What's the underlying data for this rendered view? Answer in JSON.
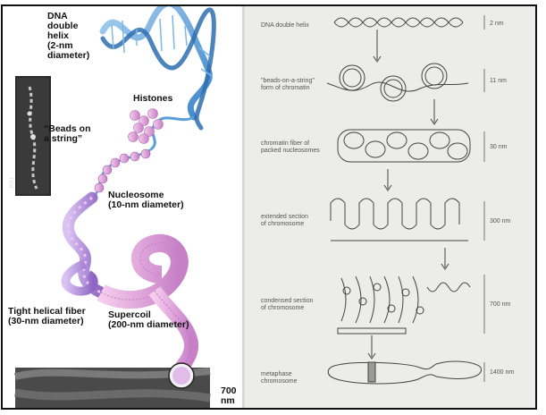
{
  "left_panel": {
    "labels": {
      "dna": "DNA\ndouble\nhelix\n(2-nm\ndiameter)",
      "histones": "Histones",
      "beads": "“Beads on\na string”",
      "nucleosome": "Nucleosome\n(10-nm diameter)",
      "tight": "Tight helical fiber\n(30-nm diameter)",
      "supercoil": "Supercoil\n(200-nm diameter)",
      "scale": "700\nnm",
      "tem": "TEM"
    }
  },
  "right_panel": {
    "stages": [
      {
        "label": "DNA double helix",
        "size": "2 nm"
      },
      {
        "label": "\"beads-on-a-string\"\nform of chromatin",
        "size": "11 nm"
      },
      {
        "label": "chromatin fiber of\npacked nucleosomes",
        "size": "30 nm"
      },
      {
        "label": "extended section\nof chromosome",
        "size": "300 nm"
      },
      {
        "label": "condensed section\nof chromosome",
        "size": "700 nm"
      },
      {
        "label": "metaphase\nchromosome",
        "size": "1400 nm"
      }
    ]
  },
  "colors": {
    "dna_blue": "#5b9fd6",
    "histone_pink": "#e6a8dd",
    "fiber_purple": "#b58bd8",
    "sketch": "#444444"
  }
}
